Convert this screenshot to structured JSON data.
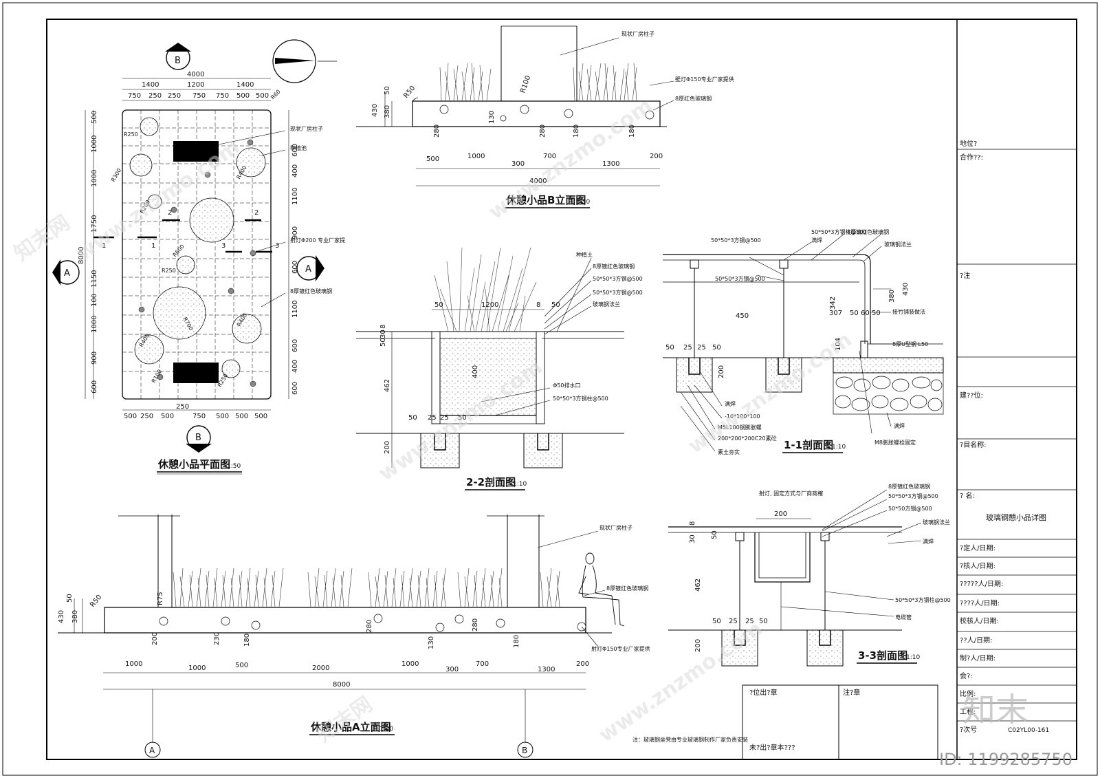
{
  "plan": {
    "title": "休憩小品平面图",
    "scale": "1:50",
    "section_marker_b": "B",
    "section_marker_a": "A",
    "top_dims_total": "4000",
    "top_dims_1": [
      "1400",
      "1200",
      "1400"
    ],
    "top_dims_2": [
      "750",
      "250",
      "250",
      "750",
      "750",
      "500",
      "500"
    ],
    "bottom_dims": [
      "500",
      "250",
      "500",
      "250",
      "750",
      "500",
      "500",
      "500"
    ],
    "left_dims": [
      "500",
      "1000",
      "1000",
      "1750",
      "1150",
      "100",
      "1000",
      "900",
      "600"
    ],
    "left_total": "8000",
    "right_dims": [
      "600",
      "400",
      "1100",
      "900",
      "600",
      "1100",
      "600",
      "400",
      "600"
    ],
    "radius_labels": [
      "R250",
      "R300",
      "R200",
      "R400",
      "R600",
      "R250",
      "R700",
      "R400",
      "R400",
      "R250",
      "R100",
      "R60"
    ],
    "section_nums": [
      "1",
      "1",
      "2",
      "2",
      "3",
      "3"
    ],
    "notes": [
      "现状厂房柱子",
      "种植池",
      "射灯Φ200 专业厂家提",
      "8厚镀红色玻璃钢"
    ]
  },
  "elevB": {
    "title": "休憩小品B立面图",
    "scale": "1:30",
    "dims_bottom": [
      "500",
      "1000",
      "300",
      "700",
      "1300",
      "200"
    ],
    "total": "4000",
    "left_dims": [
      "50",
      "430",
      "380"
    ],
    "small_dims": [
      "280",
      "130",
      "280",
      "180",
      "180"
    ],
    "labels": [
      "R50",
      "R100"
    ],
    "notes": [
      "现状厂房柱子",
      "壁灯Φ150专业厂家提供",
      "8厚红色玻璃钢"
    ]
  },
  "sec22": {
    "title": "2-2剖面图",
    "scale": "1:10",
    "dims": [
      "50",
      "1200",
      "8",
      "50",
      "8",
      "30",
      "50",
      "462",
      "400",
      "200",
      "50",
      "25",
      "25",
      "50"
    ],
    "notes": [
      "种植土",
      "8厚镀红色玻璃钢",
      "50*50*3方钢@500",
      "50*50*3方钢@500",
      "玻璃钢法兰",
      "Φ50排水口",
      "50*50*3方钢柱@500"
    ]
  },
  "sec11": {
    "title": "1-1剖面图",
    "scale": "1:10",
    "dims": [
      "450",
      "342",
      "307",
      "50",
      "60",
      "50",
      "380",
      "430",
      "104",
      "200",
      "50",
      "25",
      "25",
      "50"
    ],
    "notes": [
      "50*50*3方钢@500",
      "50*50*3方钢柱@500",
      "8厚镀红色玻璃钢",
      "满焊",
      "玻璃钢法兰",
      "50*50*3方钢@500",
      "接竹铺装做法",
      "8厚U型钢 L50",
      "满焊",
      "-10*100*100",
      "M5L100钢膨胀螺",
      "200*200*200C20素砼",
      "素土夯实",
      "满焊",
      "M8膨胀螺栓固定"
    ]
  },
  "sec33": {
    "title": "3-3剖面图",
    "scale": "1:10",
    "dims": [
      "200",
      "8",
      "30",
      "50",
      "462",
      "200",
      "50",
      "25",
      "25",
      "50"
    ],
    "notes": [
      "射灯, 固定方式与厂商商榷",
      "8厚镀红色玻璃钢",
      "50*50*3方钢@500",
      "50*50方钢@500",
      "玻璃钢法兰",
      "满焊",
      "50*50*3方钢柱@500",
      "电缆管"
    ]
  },
  "elevA": {
    "title": "休憩小品A立面图",
    "scale": "1:30",
    "dims_bottom": [
      "1000",
      "1000",
      "500",
      "2000",
      "1000",
      "300",
      "700",
      "1300",
      "200"
    ],
    "total": "8000",
    "left_dims": [
      "50",
      "430",
      "380"
    ],
    "small_dims": [
      "200",
      "230",
      "180",
      "280",
      "280",
      "130",
      "180"
    ],
    "labels": [
      "R50",
      "R75"
    ],
    "axis_a": "A",
    "axis_b": "B",
    "notes": [
      "现状厂房柱子",
      "8厚镀红色玻璃钢",
      "射灯Φ150专业厂家提供"
    ],
    "bottom_note": "注：玻璃钢坐凳由专业玻璃钢制作厂家负责安装"
  },
  "titleblock": {
    "rows": [
      "地位?",
      "合作??:",
      "?注",
      "建??位:",
      "?目名称:",
      "? 名:",
      "?定人/日期:",
      "?核人/日期:",
      "?????人/日期:",
      "????人/日期:",
      "校核人/日期:",
      "??人/日期:",
      "制?人/日期:",
      "会?:",
      "比例:",
      "工程:",
      "?次号"
    ],
    "drawing_name": "玻璃钢憩小品详图",
    "drawing_no": "C02YL00-161",
    "stamp_left": "?位出?章",
    "stamp_right": "注?章",
    "stamp_bottom": "未?出?章本???"
  },
  "watermark": {
    "site": "www.znzmo.com",
    "brand": "知末网",
    "logo": "知末",
    "id": "ID: 1199285750"
  }
}
